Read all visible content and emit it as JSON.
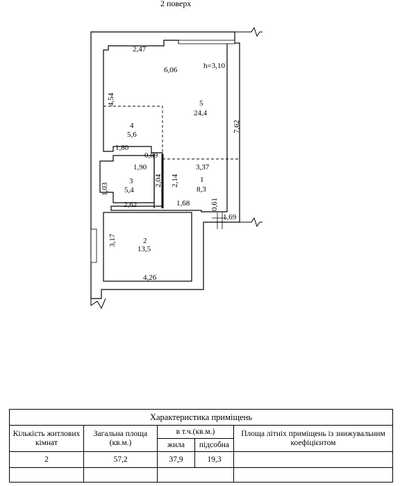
{
  "floor_label": "2 поверх",
  "rooms": [
    {
      "number": "5",
      "area": "24,4"
    },
    {
      "number": "4",
      "area": "5,6"
    },
    {
      "number": "3",
      "area": "5,4"
    },
    {
      "number": "1",
      "area": "8,3"
    },
    {
      "number": "2",
      "area": "13,5"
    }
  ],
  "ceiling_height": "h=3,10",
  "dimensions": {
    "d247": "2,47",
    "d606": "6,06",
    "d454": "4,54",
    "d762": "7,62",
    "d180": "1,80",
    "d089": "0,89",
    "d190": "1,90",
    "d337": "3,37",
    "d214": "2,14",
    "d204": "2,04",
    "d103": "1,03",
    "d262": "2,62",
    "d168": "1,68",
    "d061": "0,61",
    "d169": "1,69",
    "d317": "3,17",
    "d426": "4,26"
  },
  "table": {
    "title": "Характеристика приміщень",
    "col_rooms": "Кількість житлових кімнат",
    "col_total": "Загальна площа (кв.м.)",
    "col_incl": "в т.ч.(кв.м.)",
    "col_living": "жила",
    "col_aux": "підсобна",
    "col_summer": "Площа літніх приміщень із знижувальним коефіцієнтом",
    "values": {
      "rooms": "2",
      "total": "57,2",
      "living": "37,9",
      "aux": "19,3",
      "summer": ""
    }
  }
}
